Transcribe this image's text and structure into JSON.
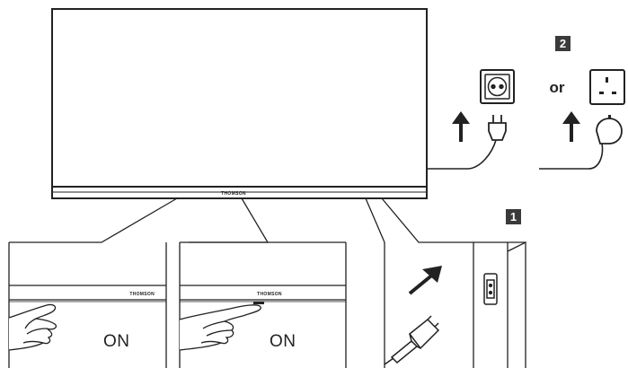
{
  "brand": "THOMSON",
  "steps": {
    "step1_badge": "1",
    "step2_badge": "2"
  },
  "socket_choice_word": "or",
  "panels": [
    {
      "state_label": "ON"
    },
    {
      "state_label": "ON"
    }
  ],
  "icons": {
    "tv": "tv-icon",
    "eu_socket": "eu-socket-icon",
    "uk_socket": "uk-socket-icon",
    "eu_plug": "eu-plug-icon",
    "uk_plug": "uk-plug-icon",
    "arrow_up": "arrow-up-icon",
    "hand": "hand-pressing-icon",
    "power_cable": "power-cable-icon",
    "power_inlet": "power-inlet-icon"
  },
  "colors": {
    "line": "#222222",
    "badge": "#3a3a3a",
    "background": "#ffffff"
  }
}
